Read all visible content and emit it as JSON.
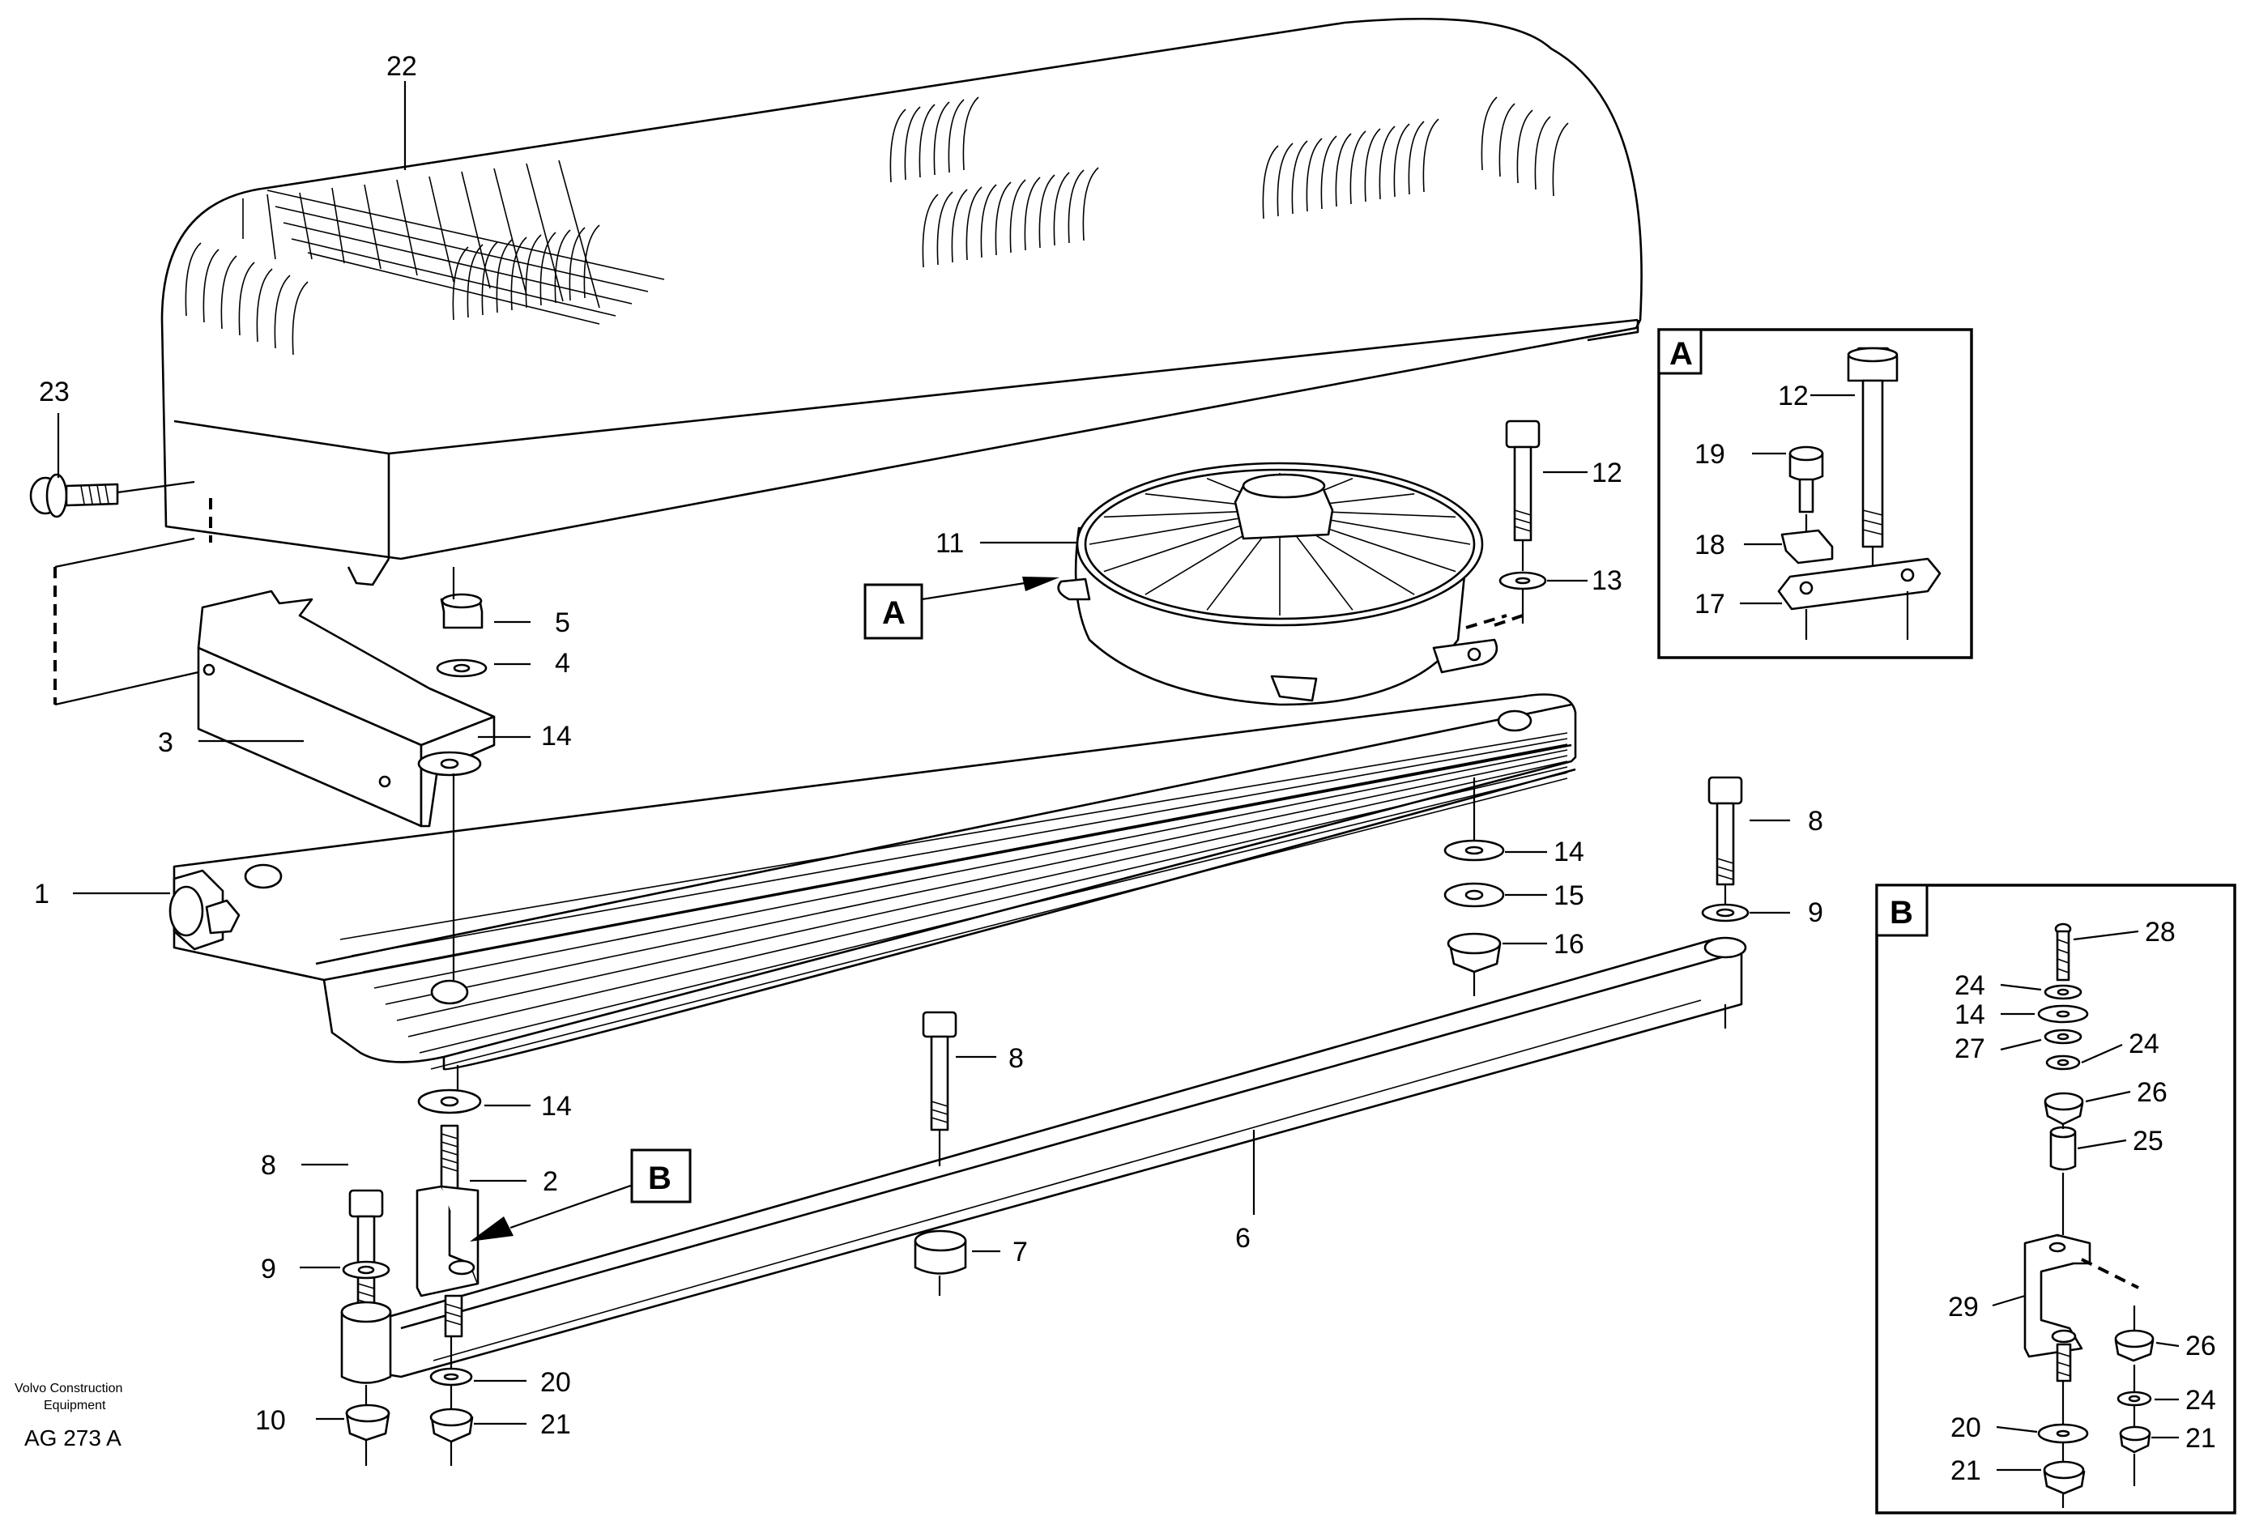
{
  "title": "",
  "detail_a": {
    "label": "A",
    "callouts": [
      "12",
      "19",
      "18",
      "17"
    ]
  },
  "detail_b": {
    "label": "B",
    "callouts": [
      "28",
      "24",
      "14",
      "27",
      "24",
      "26",
      "25",
      "29",
      "26",
      "24",
      "20",
      "21"
    ]
  },
  "main_callouts": {
    "c22": "22",
    "c23": "23",
    "c5": "5",
    "c4": "4",
    "c3": "3",
    "c14a": "14",
    "c1": "1",
    "c11": "11",
    "c12": "12",
    "c13": "13",
    "c14b": "14",
    "c15": "15",
    "c16": "16",
    "c8a": "8",
    "c9a": "9",
    "c8b": "8",
    "c14c": "14",
    "c8c": "8",
    "c2": "2",
    "c9b": "9",
    "c7": "7",
    "c6": "6",
    "c10": "10",
    "c20": "20",
    "c21": "21"
  },
  "pointer_a": "A",
  "pointer_b": "B",
  "credit": {
    "line1": "Volvo Construction",
    "line2": "Equipment"
  },
  "drawing_code": "AG 273 A"
}
